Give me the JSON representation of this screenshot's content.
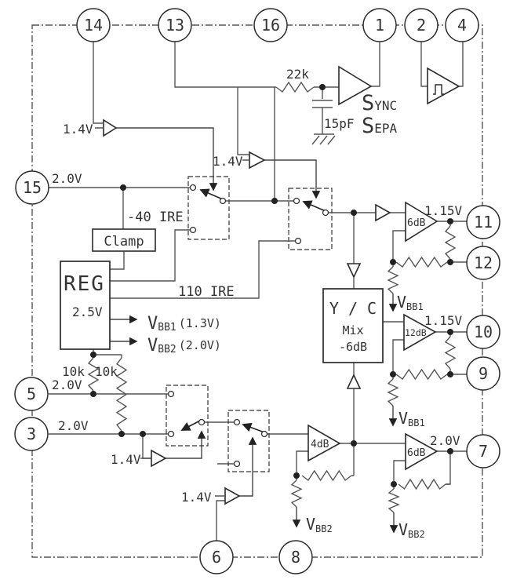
{
  "diagram": {
    "pins": {
      "p14": "14",
      "p13": "13",
      "p16": "16",
      "p1": "1",
      "p2": "2",
      "p4": "4",
      "p15": "15",
      "p5": "5",
      "p3": "3",
      "p11": "11",
      "p12": "12",
      "p10": "10",
      "p9": "9",
      "p7": "7",
      "p6": "6",
      "p8": "8"
    },
    "voltages": {
      "buf1": "1.4V",
      "buf2": "1.4V",
      "buf3": "1.4V",
      "buf5": "1.4V",
      "pin15": "2.0V",
      "pin5": "2.0V",
      "pin3": "2.0V",
      "pin7": "2.0V",
      "out11": "1.15V",
      "out10": "1.15V"
    },
    "components": {
      "r22k": "22k",
      "c15pf": "15pF",
      "r10k_left": "10k",
      "r10k_right": "10k",
      "clamp": "Clamp",
      "reg": "REG",
      "reg_voltage": "2.5V",
      "ire_minus40": "-40 IRE",
      "ire_110": "110 IRE",
      "yc_title": "Y / C",
      "yc_mix": "Mix",
      "yc_gain": "-6dB",
      "gain_6db_top": "6dB",
      "gain_12db": "12dB",
      "gain_4db": "4dB",
      "gain_6db_bottom": "6dB",
      "sync_s1": "S",
      "sync_r1": "YNC",
      "sync_s2": "S",
      "sync_r2": "EPA"
    },
    "supplies": {
      "v": "V",
      "vbb1_sub": "BB1",
      "vbb2_sub": "BB2",
      "vbb1_value": "(1.3V)",
      "vbb2_value": "(2.0V)"
    },
    "colors": {
      "line": "#555555",
      "component": "#2b2b2b",
      "text": "#333333",
      "background": "#ffffff"
    }
  }
}
